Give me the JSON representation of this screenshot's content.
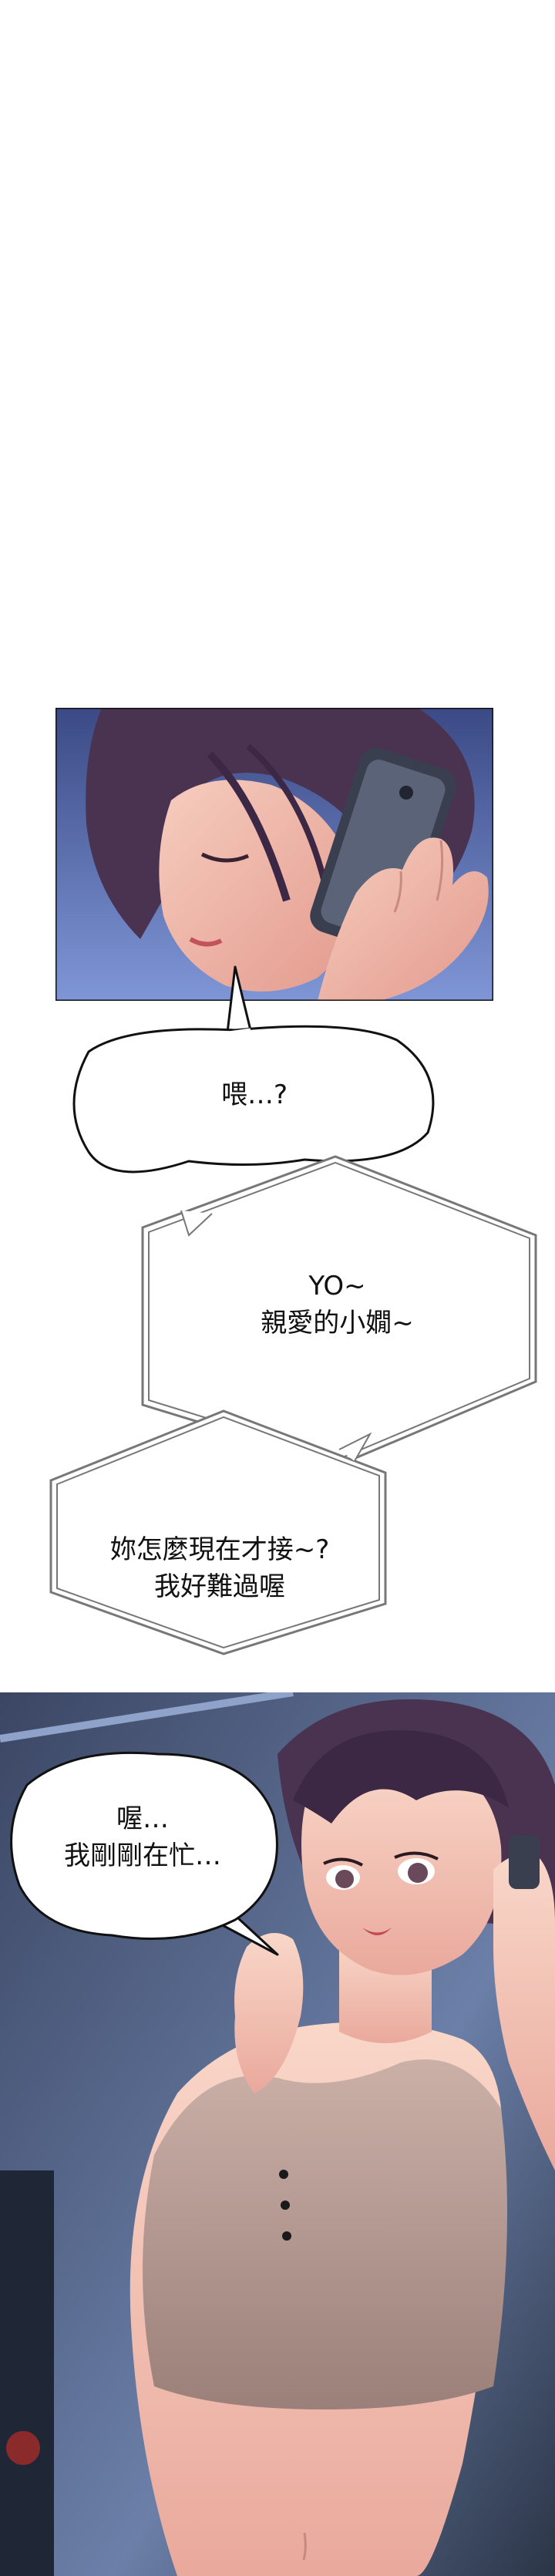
{
  "colors": {
    "page_background": "#ffffff",
    "night_sky": "#6f86c6",
    "hair_purple": "#4a3350",
    "skin": "#f1c4b6",
    "phone": "#3a3f4f",
    "room_dark": "#2b3547",
    "top_fabric": "#b89a93",
    "bubble_stroke": "#111111",
    "bubble_soft_stroke": "#777777"
  },
  "dialogue": {
    "bubble1": {
      "line1": "喂…?"
    },
    "bubble2": {
      "line1": "YO~",
      "line2": "親愛的小嫺~"
    },
    "bubble3": {
      "line1": "妳怎麼現在才接~?",
      "line2": "我好難過喔"
    },
    "bubble4": {
      "line1": "喔…",
      "line2": "我剛剛在忙…"
    }
  }
}
